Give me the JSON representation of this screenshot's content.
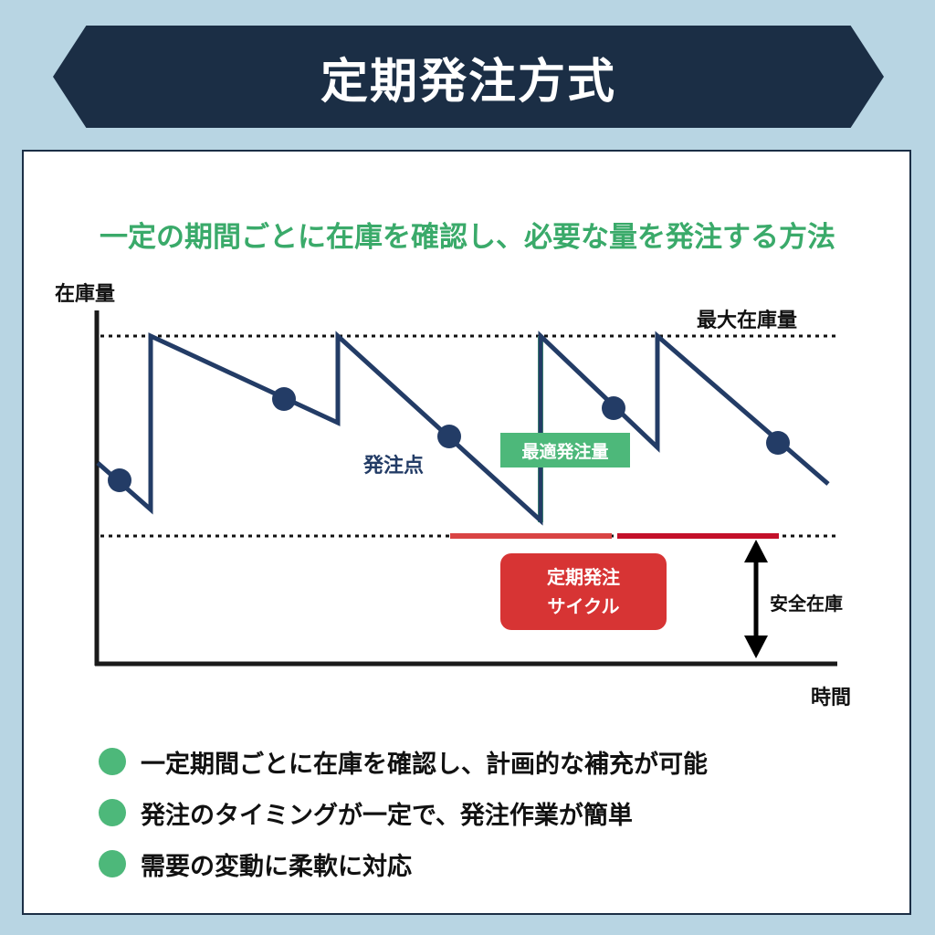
{
  "title": "定期発注方式",
  "subtitle": "一定の期間ごとに在庫を確認し、必要な量を発注する方法",
  "diagram": {
    "y_axis_label": "在庫量",
    "x_axis_label": "時間",
    "max_stock_label": "最大在庫量",
    "reorder_point_label": "発注点",
    "optimal_order_label": "最適発注量",
    "safety_stock_label": "安全在庫",
    "cycle_label_line1": "定期発注",
    "cycle_label_line2": "サイクル",
    "colors": {
      "line": "#233c66",
      "green": "#4db87a",
      "red": "#d73434",
      "navy": "#1b2e45"
    }
  },
  "bullets": [
    "一定期間ごとに在庫を確認し、計画的な補充が可能",
    "発注のタイミングが一定で、発注作業が簡単",
    "需要の変動に柔軟に対応"
  ]
}
